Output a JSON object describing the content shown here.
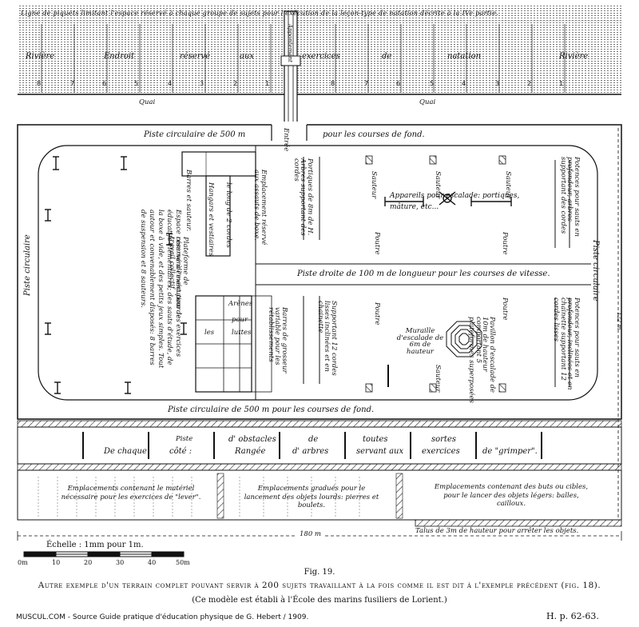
{
  "river_band": {
    "top_note": "Ligne de piquets limitant l'espace réservé à chaque groupe de sujets pour l'exécution de la leçon-type de natation décrite à la IVe partie.",
    "words": [
      "Rivière",
      "Endroit",
      "réservé",
      "aux",
      "exercices",
      "de",
      "natation",
      "Rivière"
    ],
    "pontoon": "Appontement",
    "quai_left": "Quai",
    "quai_right": "Quai",
    "numbers": [
      "8",
      "7",
      "6",
      "5",
      "4",
      "3",
      "2",
      "1",
      "8",
      "7",
      "6",
      "5",
      "4",
      "3",
      "2",
      "1"
    ]
  },
  "field": {
    "piste_top": "Piste circulaire de 500 m",
    "piste_top_right": "pour les courses de fond.",
    "entree": "Entrée",
    "piste_left": "Piste circulaire",
    "piste_right": "Piste circulaire",
    "piste_bottom": "Piste circulaire de 500 m pour les courses de fond.",
    "piste_droite": "Piste droite de 100 m de longueur pour les courses de vitesse.",
    "hangars": "Hangars et vestiaires",
    "cordes": "le long de 2 cordes",
    "barres_sauteur": "Barres et sauteur.",
    "emplacement_assauts": "Emplacement réservé aux assauts de boxe.",
    "espace_reserve": "Espace réservé à l'exécution des exercices éducatifs élémentaires, des sauts d'étude, de la boxe à vide, et des petits jeux simples. Tout autour et convenablement disposés: 8 barres de suspension et 8 sauteurs.",
    "plateforme": "Plateforme de commandement pour le travail collectif.",
    "arenes": [
      "Arènes",
      "pour",
      "les",
      "luttes"
    ],
    "portiques": "Portiques de 8m de H. Arbres supportant des cordes",
    "appareils": "Appareils pour escalade: portiques, mâture, etc...",
    "potences_top": "Potences pour sauts en profondeur, arbres supportant des cordes",
    "potences_bottom": "Potences pour sauts en profondeur, inclinées et en chainette supportant 12 cordes lisses",
    "muraille": "Muraille d'escalade de 6m de hauteur",
    "pavillon": "Pavillon d'escalade de 10m de hauteur comportant 5 plateformes superposées",
    "barres_grosseur": "Barres de grosseur variable pour les rétablissements",
    "supportant": "Supportant 12 cordes lisses inclinées et en chainette",
    "sauteur": "Sauteur",
    "poutre": "Poutre",
    "dims_vertical": "122 m",
    "dims_horizontal": "180 m"
  },
  "grimper_band": {
    "words": [
      "De chaque",
      "Piste",
      "côté :",
      "d' obstacles",
      "Rangée",
      "de",
      "d' arbres",
      "toutes",
      "servant aux",
      "sortes",
      "exercices",
      "de \"grimper\"."
    ]
  },
  "lancer_band": {
    "block1": "Emplacements contenant le matériel nécessaire pour les exercices de \"lever\".",
    "block2": "Emplacements gradués pour le lancement des objets lourds: pierres et boulets.",
    "block3": "Emplacements contenant des buts ou cibles, pour le lancer des objets légers: balles, cailloux.",
    "talus": "Talus de 3m de hauteur pour arrêter les objets."
  },
  "scale": {
    "label": "Échelle : 1mm pour 1m.",
    "ticks": [
      "0m",
      "10",
      "20",
      "30",
      "40",
      "50m"
    ]
  },
  "caption": {
    "fig": "Fig. 19.",
    "line1": "Autre exemple d'un terrain complet pouvant servir à 200 sujets travaillant à la fois comme il est dit à l'exemple précédent (fig. 18).",
    "line2": "(Ce modèle est établi à l'École des marins fusiliers de Lorient.)",
    "source": "MUSCUL.COM - Source Guide pratique d'éducation physique de G. Hebert / 1909.",
    "page_ref": "H. p. 62-63."
  }
}
